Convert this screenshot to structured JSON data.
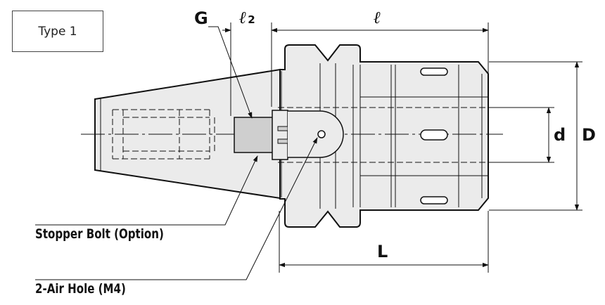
{
  "type_label": "Type 1",
  "dimensions": {
    "G": "G",
    "l2_symbol": "ℓ",
    "l2_subscript": "2",
    "l": "ℓ",
    "d": "d",
    "D": "D",
    "L": "L"
  },
  "callouts": {
    "stopper_bolt": "Stopper Bolt (Option)",
    "air_hole": "2-Air Hole (M4)"
  },
  "colors": {
    "body_fill": "#ebebeb",
    "bolt_fill": "#cfcfcf",
    "outline": "#111111",
    "type_box_border": "#444444"
  }
}
